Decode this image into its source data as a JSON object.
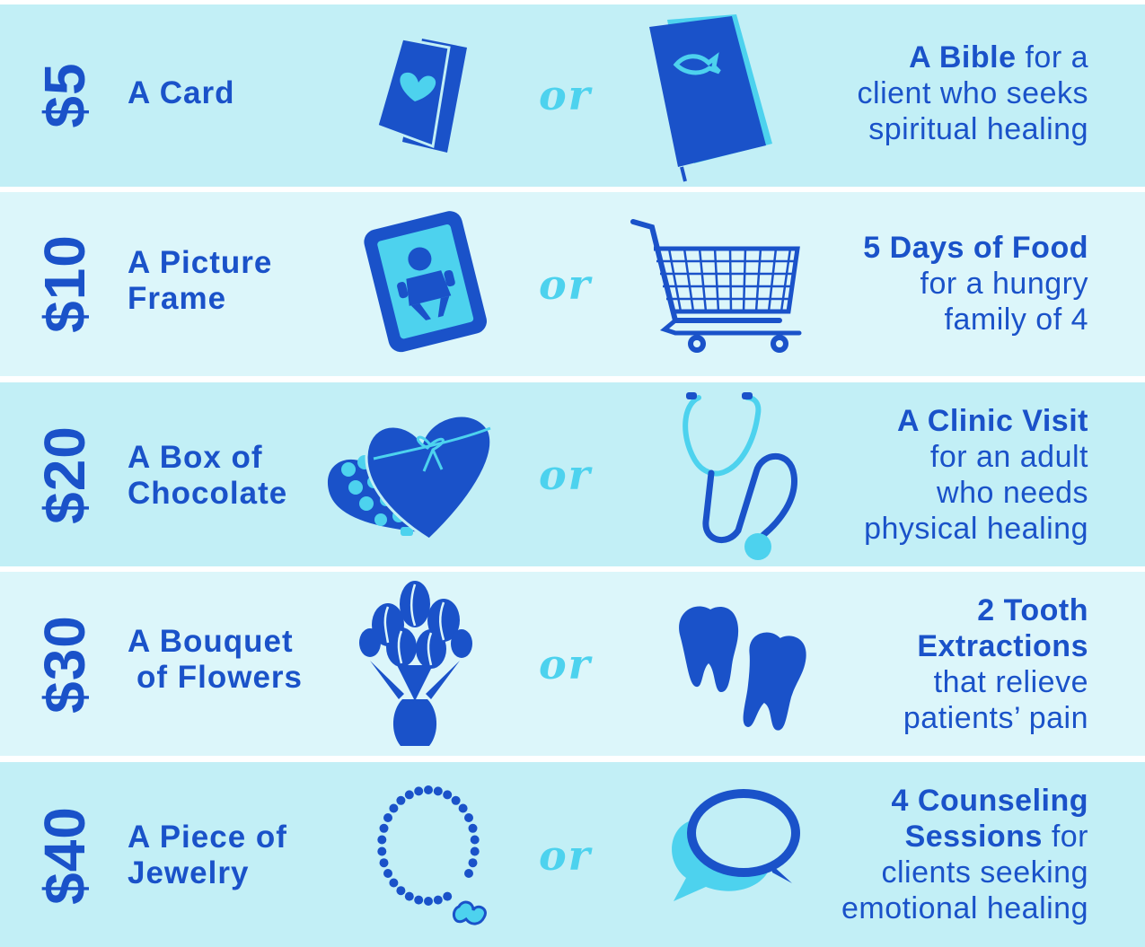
{
  "colors": {
    "primary": "#1a52c9",
    "accent": "#4dd2ee",
    "row_dark": "#c2eff6",
    "row_light": "#dcf6fa"
  },
  "rows": [
    {
      "price": "$5",
      "gift_lines": [
        "A Card"
      ],
      "or": "or",
      "gift_icon": "greeting-card-icon",
      "alt_icon": "bible-icon",
      "desc": {
        "bold_lines": [],
        "line_bold": "A Bible",
        "line_rest": " for a",
        "lines": [
          "client who seeks",
          "spiritual healing"
        ]
      }
    },
    {
      "price": "$10",
      "gift_lines": [
        "A Picture",
        "Frame"
      ],
      "or": "or",
      "gift_icon": "picture-frame-icon",
      "alt_icon": "shopping-cart-icon",
      "desc": {
        "bold_lines": [
          "5 Days of Food"
        ],
        "line_bold": "",
        "line_rest": "",
        "lines": [
          "for a hungry",
          "family of 4"
        ]
      }
    },
    {
      "price": "$20",
      "gift_lines": [
        "A Box of",
        "Chocolate"
      ],
      "or": "or",
      "gift_icon": "chocolate-box-icon",
      "alt_icon": "stethoscope-icon",
      "desc": {
        "bold_lines": [
          "A Clinic Visit"
        ],
        "line_bold": "",
        "line_rest": "",
        "lines": [
          "for an adult",
          "who needs",
          "physical healing"
        ]
      }
    },
    {
      "price": "$30",
      "gift_lines": [
        "A Bouquet",
        "of Flowers"
      ],
      "or": "or",
      "gift_icon": "flower-bouquet-icon",
      "alt_icon": "tooth-icon",
      "desc": {
        "bold_lines": [
          "2 Tooth",
          "Extractions"
        ],
        "line_bold": "",
        "line_rest": "",
        "lines": [
          "that relieve",
          "patients’ pain"
        ]
      }
    },
    {
      "price": "$40",
      "gift_lines": [
        "A Piece of",
        "Jewelry"
      ],
      "or": "or",
      "gift_icon": "necklace-icon",
      "alt_icon": "speech-bubbles-icon",
      "desc": {
        "bold_lines": [
          "4 Counseling"
        ],
        "line_bold": "Sessions",
        "line_rest": " for",
        "lines": [
          "clients seeking",
          "emotional healing"
        ]
      }
    }
  ]
}
